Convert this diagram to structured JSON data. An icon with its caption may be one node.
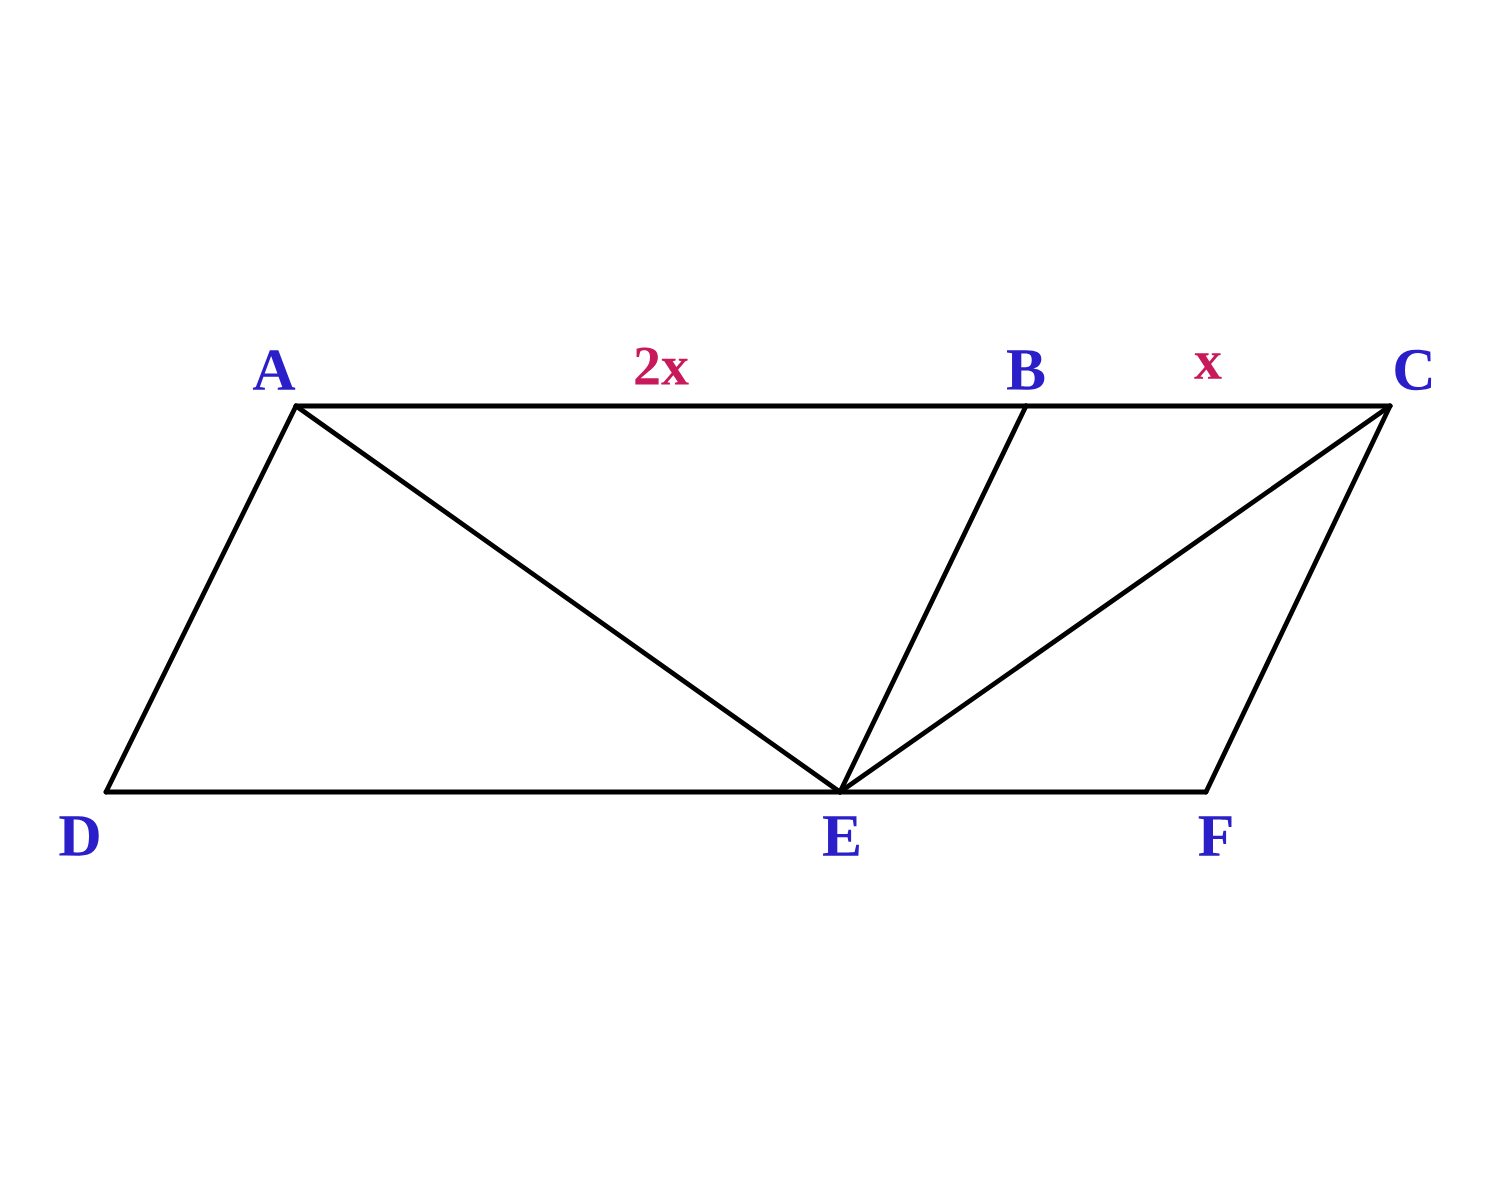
{
  "diagram": {
    "nodes": [
      {
        "text": [
          "A"
        ]
      },
      {
        "text": [
          "B"
        ]
      },
      {
        "text": [
          "C"
        ]
      },
      {
        "text": [
          "D"
        ]
      },
      {
        "text": [
          "E"
        ]
      },
      {
        "text": [
          "F"
        ]
      }
    ],
    "edges": [
      {
        "from": 0,
        "to": 1,
        "arrow": "none",
        "label": "2x"
      },
      {
        "from": 1,
        "to": 2,
        "arrow": "none",
        "label": "x"
      },
      {
        "from": 0,
        "to": 3,
        "arrow": "none"
      },
      {
        "from": 3,
        "to": 4,
        "arrow": "none"
      },
      {
        "from": 4,
        "to": 5,
        "arrow": "none"
      },
      {
        "from": 2,
        "to": 5,
        "arrow": "none"
      },
      {
        "from": 0,
        "to": 4,
        "arrow": "none"
      },
      {
        "from": 1,
        "to": 4,
        "arrow": "none"
      },
      {
        "from": 2,
        "to": 4,
        "arrow": "none"
      }
    ]
  }
}
